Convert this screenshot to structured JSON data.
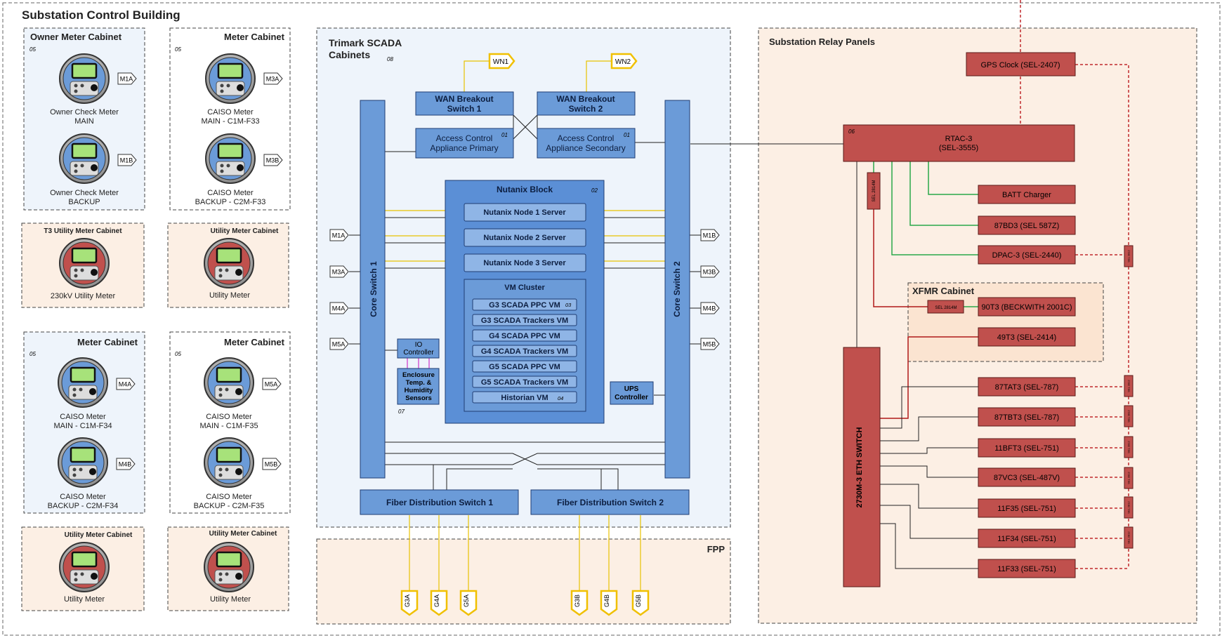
{
  "title": "Substation Control Building",
  "meter_cabinets": [
    {
      "title": "Owner Meter Cabinet",
      "num": "05",
      "meters": [
        {
          "tag": "M1A",
          "line1": "Owner Check Meter",
          "line2": "MAIN"
        },
        {
          "tag": "M1B",
          "line1": "Owner Check Meter",
          "line2": "BACKUP"
        }
      ]
    },
    {
      "title": "Meter Cabinet",
      "num": "05",
      "meters": [
        {
          "tag": "M3A",
          "line1": "CAISO Meter",
          "line2": "MAIN - C1M-F33"
        },
        {
          "tag": "M3B",
          "line1": "CAISO Meter",
          "line2": "BACKUP - C2M-F33"
        }
      ]
    },
    {
      "title": "Meter Cabinet",
      "num": "05",
      "meters": [
        {
          "tag": "M4A",
          "line1": "CAISO Meter",
          "line2": "MAIN - C1M-F34"
        },
        {
          "tag": "M4B",
          "line1": "CAISO Meter",
          "line2": "BACKUP - C2M-F34"
        }
      ]
    },
    {
      "title": "Meter Cabinet",
      "num": "05",
      "meters": [
        {
          "tag": "M5A",
          "line1": "CAISO Meter",
          "line2": "MAIN - C1M-F35"
        },
        {
          "tag": "M5B",
          "line1": "CAISO Meter",
          "line2": "BACKUP - C2M-F35"
        }
      ]
    }
  ],
  "utility_cabinets": [
    {
      "title": "T3 Utility Meter Cabinet",
      "label": "230kV Utility Meter"
    },
    {
      "title": "Utility Meter Cabinet",
      "label": "Utility Meter"
    },
    {
      "title": "Utility Meter Cabinet",
      "label": "Utility Meter"
    },
    {
      "title": "Utility Meter Cabinet",
      "label": "Utility Meter"
    }
  ],
  "scada": {
    "title1": "Trimark SCADA",
    "title2": "Cabinets",
    "num": "08",
    "wan1": {
      "l1": "WAN Breakout",
      "l2": "Switch 1"
    },
    "wan2": {
      "l1": "WAN Breakout",
      "l2": "Switch 2"
    },
    "wn1": "WN1",
    "wn2": "WN2",
    "acp": {
      "l1": "Access Control",
      "l2": "Appliance Primary",
      "num": "01"
    },
    "acs": {
      "l1": "Access Control",
      "l2": "Appliance Secondary",
      "num": "01"
    },
    "core1": "Core Switch 1",
    "core2": "Core Switch 2",
    "nutanix": {
      "title": "Nutanix Block",
      "num": "02",
      "nodes": [
        "Nutanix Node 1 Server",
        "Nutanix Node 2 Server",
        "Nutanix Node 3 Server"
      ]
    },
    "vm_cluster": {
      "title": "VM Cluster",
      "vms": [
        "G3 SCADA PPC VM",
        "G3 SCADA Trackers VM",
        "G4 SCADA PPC VM",
        "G4 SCADA Trackers VM",
        "G5 SCADA PPC VM",
        "G5 SCADA Trackers VM",
        "Historian VM"
      ],
      "num_first": "03",
      "num_last": "04"
    },
    "io": {
      "l1": "IO",
      "l2": "Controller"
    },
    "enclosure": {
      "l1": "Enclosure",
      "l2": "Temp. &",
      "l3": "Humidity",
      "l4": "Sensors",
      "num": "07"
    },
    "ups": {
      "l1": "UPS",
      "l2": "Controller"
    },
    "left_tags": [
      "M1A",
      "M3A",
      "M4A",
      "M5A"
    ],
    "right_tags": [
      "M1B",
      "M3B",
      "M4B",
      "M5B"
    ],
    "fds1": "Fiber Distribution Switch 1",
    "fds2": "Fiber Distribution Switch 2"
  },
  "fpp": {
    "title": "FPP",
    "tags": [
      "G3A",
      "G4A",
      "G5A",
      "G3B",
      "G4B",
      "G5B"
    ]
  },
  "relay": {
    "title": "Substation Relay Panels",
    "gps": "GPS Clock (SEL-2407)",
    "rtac": {
      "l1": "RTAC-3",
      "l2": "(SEL-3555)",
      "num": "06"
    },
    "batt": "BATT Charger",
    "bd3": "87BD3 (SEL 587Z)",
    "dpac": "DPAC-3 (SEL-2440)",
    "sel2814": "SEL 2814M",
    "xfmr_title": "XFMR Cabinet",
    "t90": "90T3 (BECKWITH 2001C)",
    "t49": "49T3 (SEL-2414)",
    "eth": "2730M-3 ETH SWITCH",
    "relays": [
      "87TAT3 (SEL-787)",
      "87TBT3 (SEL-787)",
      "11BFT3 (SEL-751)",
      "87VC3 (SEL-487V)",
      "11F35 (SEL-751)",
      "11F34 (SEL-751)",
      "11F33 (SEL-751)"
    ],
    "sel2812": "SEL 2812"
  }
}
